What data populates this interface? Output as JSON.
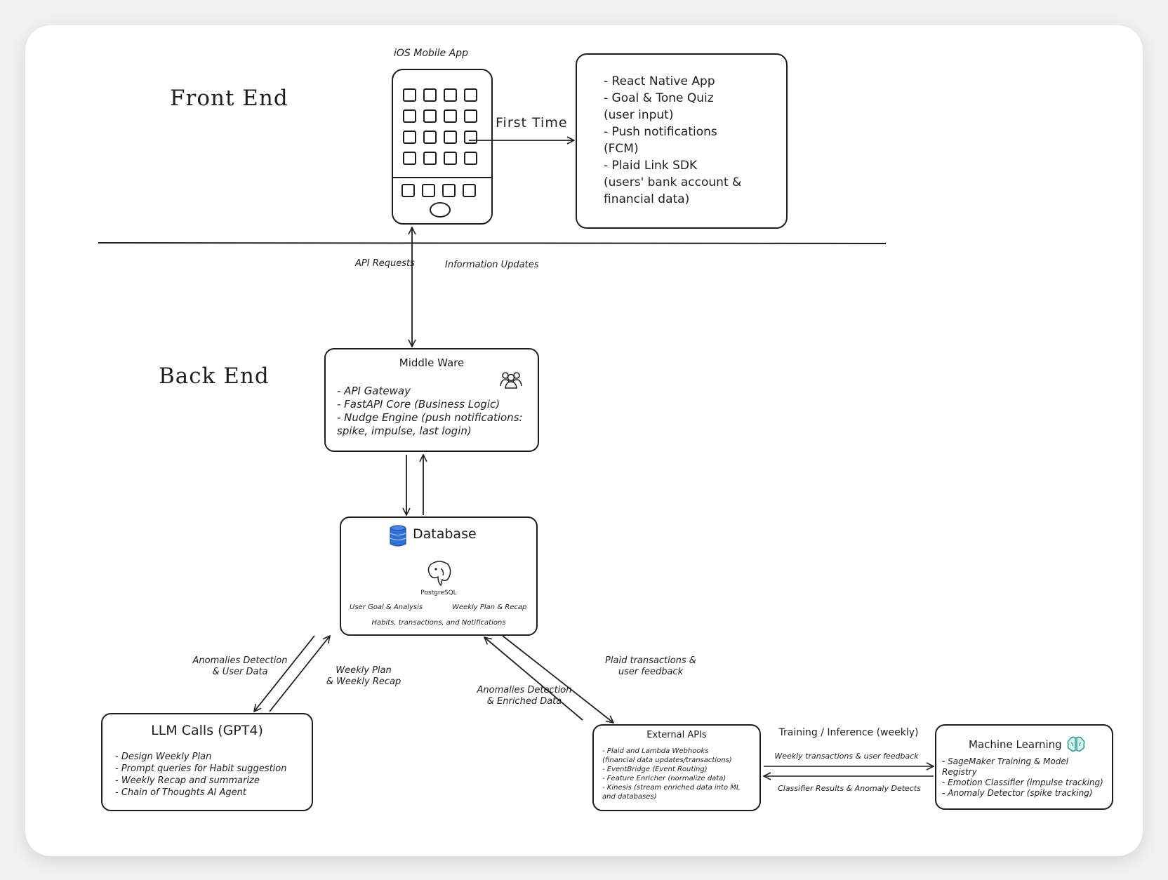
{
  "sections": {
    "front_end": "Front End",
    "back_end": "Back End"
  },
  "ios": {
    "title": "iOS Mobile App"
  },
  "first_time_label": "First Time",
  "react_box": {
    "items": [
      "- React Native App",
      "- Goal & Tone Quiz",
      "(user input)",
      "- Push notifications",
      "(FCM)",
      "- Plaid Link SDK",
      "(users' bank account &",
      "financial data)"
    ]
  },
  "arrows": {
    "api_requests": "API Requests",
    "information_updates": "Information Updates",
    "anomalies_user": "Anomalies Detection\n& User Data",
    "weekly_plan_recap": "Weekly Plan\n& Weekly Recap",
    "anomalies_enriched": "Anomalies Detection\n& Enriched Data",
    "plaid_feedback": "Plaid transactions &\nuser feedback",
    "training_inference": "Training / Inference (weekly)",
    "weekly_tx_feedback": "Weekly transactions & user feedback",
    "classifier_results": "Classifier Results & Anomaly Detects"
  },
  "middleware": {
    "title": "Middle Ware",
    "icon": "users-icon",
    "items": [
      "- API Gateway",
      "- FastAPI Core (Business Logic)",
      "- Nudge Engine (push notifications:",
      "spike, impulse, last login)"
    ]
  },
  "database": {
    "title": "Database",
    "icon": "database-icon",
    "engine": "PostgreSQL",
    "left_label": "User Goal & Analysis",
    "right_label": "Weekly Plan & Recap",
    "bottom_label": "Habits, transactions, and Notifications",
    "accent": "#2f6fd6"
  },
  "llm": {
    "title": "LLM Calls (GPT4)",
    "items": [
      "- Design Weekly Plan",
      "- Prompt queries for Habit suggestion",
      "- Weekly Recap and summarize",
      "- Chain of Thoughts AI Agent"
    ]
  },
  "external": {
    "title": "External APIs",
    "items": [
      "- Plaid and Lambda Webhooks",
      "(financial data updates/transactions)",
      "- EventBridge (Event Routing)",
      "- Feature Enricher (normalize data)",
      "- Kinesis (stream enriched data into ML",
      "and databases)"
    ]
  },
  "ml": {
    "title": "Machine Learning",
    "icon": "brain-icon",
    "accent": "#2a9d8f",
    "items": [
      "- SageMaker Training & Model",
      "Registry",
      "- Emotion Classifier (impulse tracking)",
      "- Anomaly Detector (spike tracking)"
    ]
  }
}
